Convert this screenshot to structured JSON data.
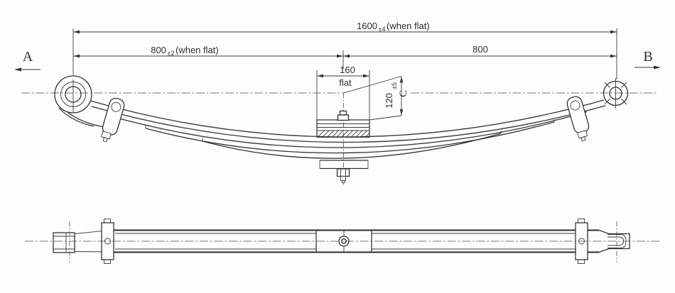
{
  "drawing": {
    "view_labels": {
      "left": "A",
      "right": "B",
      "camber_ref": "C"
    },
    "dimensions": {
      "overall": {
        "value": "1600",
        "tolerance": "±4",
        "note": "(when flat)"
      },
      "left_half": {
        "value": "800",
        "tolerance": "±2",
        "note": "(when flat)"
      },
      "right_half": {
        "value": "800"
      },
      "seat": {
        "value": "160",
        "note": "flat"
      },
      "camber": {
        "value": "120",
        "tolerance": "±5"
      }
    }
  }
}
